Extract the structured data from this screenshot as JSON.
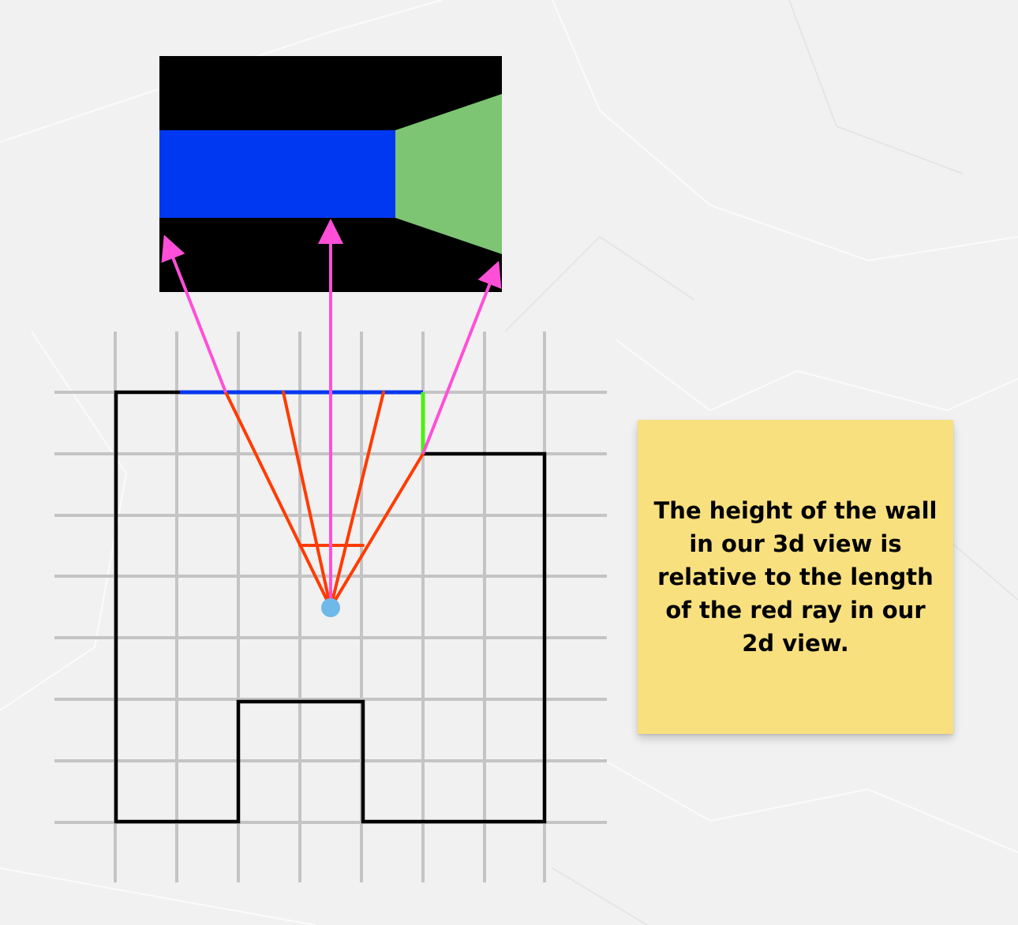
{
  "sticky_note": {
    "text": "The height of the wall in our 3d view is relative to the length of the red ray in our 2d view."
  },
  "colors": {
    "paper_background": "#f2f2f2",
    "grid_line": "#c4c4c4",
    "wall": "#000000",
    "view_background": "#000000",
    "front_wall": "#0037f0",
    "side_wall": "#7dc473",
    "ray": "#ff3b00",
    "projection_arrow": "#ff4fd8",
    "player": "#6fb8ea",
    "sticky_note": "#f9e07f"
  },
  "icons": {
    "player": "player-dot",
    "arrows": "projection-arrow"
  }
}
